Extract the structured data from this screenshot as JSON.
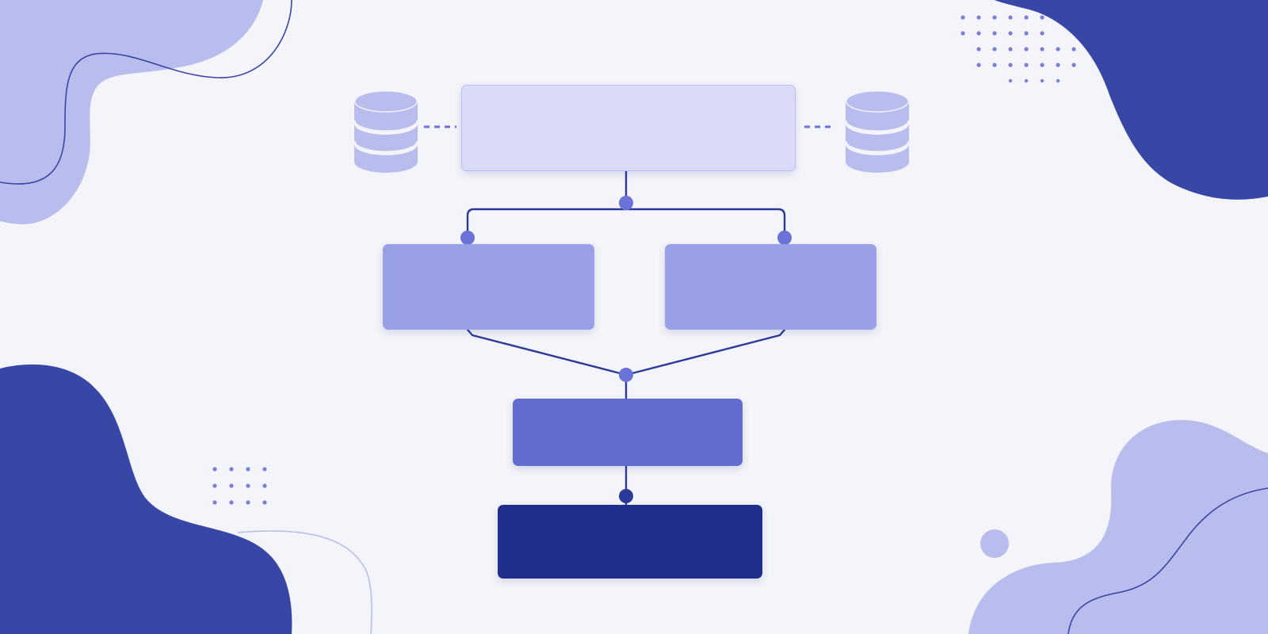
{
  "colors": {
    "background": "#f4f5fa",
    "blob_light": "#b8bdee",
    "blob_dark": "#3847a6",
    "box_top": "#d9dbf7",
    "box_middle": "#99a0e8",
    "box_lower": "#626cd0",
    "box_bottom": "#202e8b",
    "connector": "#2b3a99",
    "node_dot": "#6b72d8",
    "dot_grid": "#7a80d8"
  },
  "icons": {
    "database_left": "database-icon",
    "database_right": "database-icon"
  },
  "nodes": [
    {
      "id": "top",
      "label": ""
    },
    {
      "id": "middle-left",
      "label": ""
    },
    {
      "id": "middle-right",
      "label": ""
    },
    {
      "id": "lower",
      "label": ""
    },
    {
      "id": "bottom",
      "label": ""
    }
  ]
}
